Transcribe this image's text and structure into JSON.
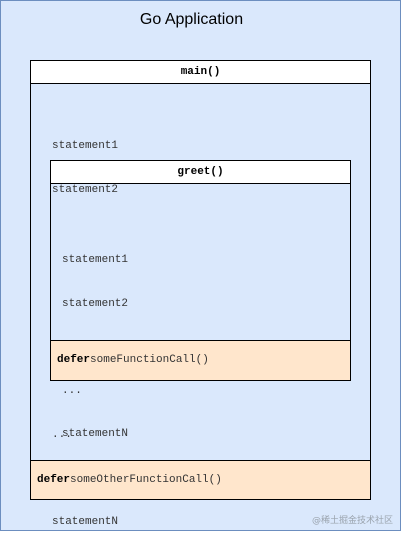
{
  "app": {
    "title": "Go Application"
  },
  "main_frame": {
    "label": "main()",
    "statements_top": [
      "statement1",
      "statement2"
    ],
    "statements_bottom": [
      "...",
      "...",
      "statementN"
    ],
    "defer": {
      "keyword": "defer",
      "call": "someOtherFunctionCall()"
    }
  },
  "greet_frame": {
    "label": "greet()",
    "statements": [
      "statement1",
      "statement2",
      "...",
      "...",
      "statementN"
    ],
    "defer": {
      "keyword": "defer",
      "call": "someFunctionCall()"
    }
  },
  "watermark": "@稀土掘金技术社区",
  "colors": {
    "app_fill": "#dae8fc",
    "app_border": "#6c8ebf",
    "defer_fill": "#ffe6cc"
  }
}
